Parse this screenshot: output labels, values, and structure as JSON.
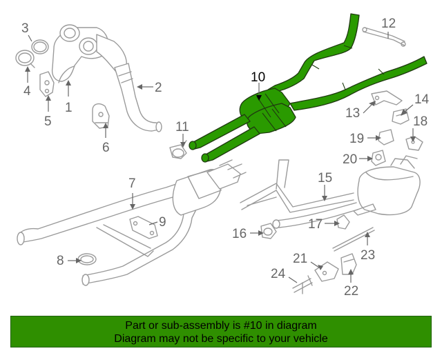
{
  "diagram": {
    "callouts": {
      "c1": "1",
      "c2": "2",
      "c3": "3",
      "c4": "4",
      "c5": "5",
      "c6": "6",
      "c7": "7",
      "c8": "8",
      "c9": "9",
      "c10": "10",
      "c11": "11",
      "c12": "12",
      "c13": "13",
      "c14": "14",
      "c15": "15",
      "c16": "16",
      "c17": "17",
      "c18": "18",
      "c19": "19",
      "c20": "20",
      "c21": "21",
      "c22": "22",
      "c23": "23",
      "c24": "24"
    },
    "highlighted_part": "10",
    "highlight_color": "#2a9a00"
  },
  "banner": {
    "line1": "Part or sub-assembly is #10 in diagram",
    "line2": "Diagram may not be specific to your vehicle",
    "color": "#2f8f00"
  }
}
